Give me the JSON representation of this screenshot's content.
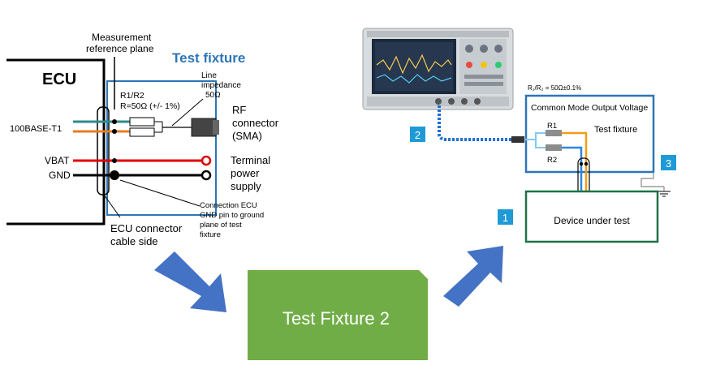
{
  "left_diagram": {
    "ecu_label": "ECU",
    "measurement_plane_line1": "Measurement",
    "measurement_plane_line2": "reference plane",
    "title": "Test fixture",
    "resistor_line1": "R1/R2",
    "resistor_line2": "R=50Ω (+/- 1%)",
    "line_imp_line1": "Line",
    "line_imp_line2": "impedance",
    "line_imp_line3": "50Ω",
    "rf_line1": "RF",
    "rf_line2": "connector",
    "rf_line3": "(SMA)",
    "signal_100base": "100BASE-T1",
    "signal_vbat": "VBAT",
    "signal_gnd": "GND",
    "terminal_line1": "Terminal",
    "terminal_line2": "power",
    "terminal_line3": "supply",
    "conn_note_line1": "Connection ECU",
    "conn_note_line2": "GND pin to ground",
    "conn_note_line3": "plane of test",
    "conn_note_line4": "fixture",
    "ecu_conn_line1": "ECU connector",
    "ecu_conn_line2": "cable side"
  },
  "center_box": {
    "label": "Test Fixture 2"
  },
  "right_diagram": {
    "r_formula": "R₁/R₂ = 50Ω±0.1%",
    "cm_title": "Common Mode Output Voltage",
    "r1": "R1",
    "r2": "R2",
    "fixture_label": "Test fixture",
    "dut_label": "Device under test",
    "badge_1": "1",
    "badge_2": "2",
    "badge_3": "3"
  },
  "colors": {
    "fixture_blue": "#2e75b6",
    "arrow_blue": "#4472c4",
    "box_green": "#70ad47",
    "dut_green": "#1e7145",
    "badge_blue": "#1e9ad6",
    "teal_wire": "#2e8b8b",
    "orange_wire": "#e67e22",
    "red_wire": "#e00000",
    "cable_blue": "#1f6fd1"
  }
}
